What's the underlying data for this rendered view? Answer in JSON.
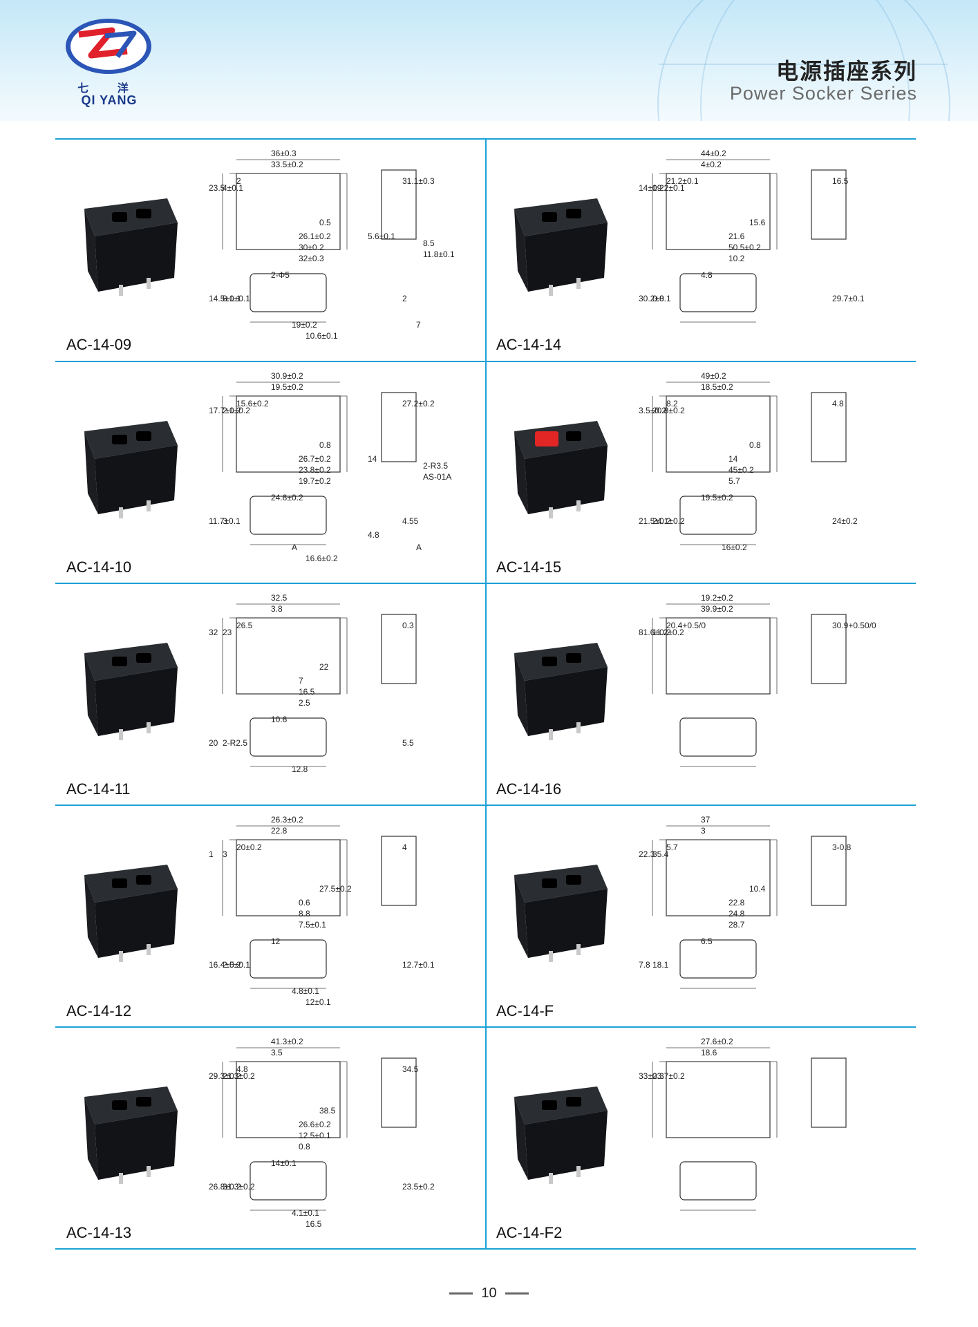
{
  "header": {
    "brand_cn": "七 洋",
    "brand_en": "QI YANG",
    "title_cn": "电源插座系列",
    "title_en": "Power Socker Series"
  },
  "products": [
    {
      "model": "AC-14-09",
      "dims": [
        "36±0.3",
        "33.5±0.2",
        "23.5",
        "4±0.1",
        "2",
        "31.1±0.3",
        "0.5",
        "26.1±0.2",
        "30±0.2",
        "32±0.3",
        "2-Φ5",
        "14.5±0.1",
        "8.1±0.1",
        "2",
        "19±0.2",
        "10.6±0.1",
        "7",
        "5.6±0.1",
        "8.5",
        "11.8±0.1"
      ]
    },
    {
      "model": "AC-14-14",
      "dims": [
        "44±0.2",
        "4±0.2",
        "14±0.2",
        "19.2±0.1",
        "21.2±0.1",
        "16.5",
        "15.6",
        "21.6",
        "50.5±0.2",
        "10.2",
        "4.8",
        "30.2±0.1",
        "0.8",
        "29.7±0.1"
      ]
    },
    {
      "model": "AC-14-10",
      "dims": [
        "30.9±0.2",
        "19.5±0.2",
        "17.7±0.2",
        "2.1±0.2",
        "15.6±0.2",
        "27.2±0.2",
        "0.8",
        "26.7±0.2",
        "23.8±0.2",
        "19.7±0.2",
        "24.6±0.2",
        "11.7±0.1",
        "3",
        "4.55",
        "A",
        "16.6±0.2",
        "A",
        "14",
        "2-R3.5",
        "AS-01A",
        "4.8"
      ]
    },
    {
      "model": "AC-14-15",
      "dims": [
        "49±0.2",
        "18.5±0.2",
        "3.5±0.2",
        "20.8±0.2",
        "8.2",
        "4.8",
        "0.8",
        "14",
        "45±0.2",
        "5.7",
        "19.5±0.2",
        "21.5±0.2",
        "24.1±0.2",
        "24±0.2",
        "16±0.2"
      ]
    },
    {
      "model": "AC-14-11",
      "dims": [
        "32.5",
        "3.8",
        "32",
        "23",
        "26.5",
        "0.3",
        "22",
        "7",
        "16.5",
        "2.5",
        "10.6",
        "20",
        "2-R2.5",
        "5.5",
        "12.8"
      ]
    },
    {
      "model": "AC-14-16",
      "dims": [
        "19.2±0.2",
        "39.9±0.2",
        "81.6±0.2",
        "11.2±0.2",
        "20.4+0.5/0",
        "30.9+0.50/0"
      ]
    },
    {
      "model": "AC-14-12",
      "dims": [
        "26.3±0.2",
        "22.8",
        "1",
        "3",
        "20±0.2",
        "4",
        "27.5±0.2",
        "0.6",
        "8.8",
        "7.5±0.1",
        "12",
        "16.4±0.2",
        "2.5±0.1",
        "12.7±0.1",
        "4.8±0.1",
        "12±0.1"
      ]
    },
    {
      "model": "AC-14-F",
      "dims": [
        "37",
        "3",
        "22.3",
        "35.4",
        "5.7",
        "3-0.8",
        "10.4",
        "22.8",
        "24.8",
        "28.7",
        "6.5",
        "7.8",
        "18.1"
      ]
    },
    {
      "model": "AC-14-13",
      "dims": [
        "41.3±0.2",
        "3.5",
        "29.3±0.2",
        "21.3±0.2",
        "4.8",
        "34.5",
        "38.5",
        "26.6±0.2",
        "12.5±0.1",
        "0.8",
        "14±0.1",
        "26.8±0.2",
        "31.3±0.2",
        "23.5±0.2",
        "4.1±0.1",
        "16.5"
      ]
    },
    {
      "model": "AC-14-F2",
      "dims": [
        "27.6±0.2",
        "18.6",
        "33±0.3",
        "23.7±0.2"
      ]
    }
  ],
  "footer": {
    "page_number": "10"
  }
}
